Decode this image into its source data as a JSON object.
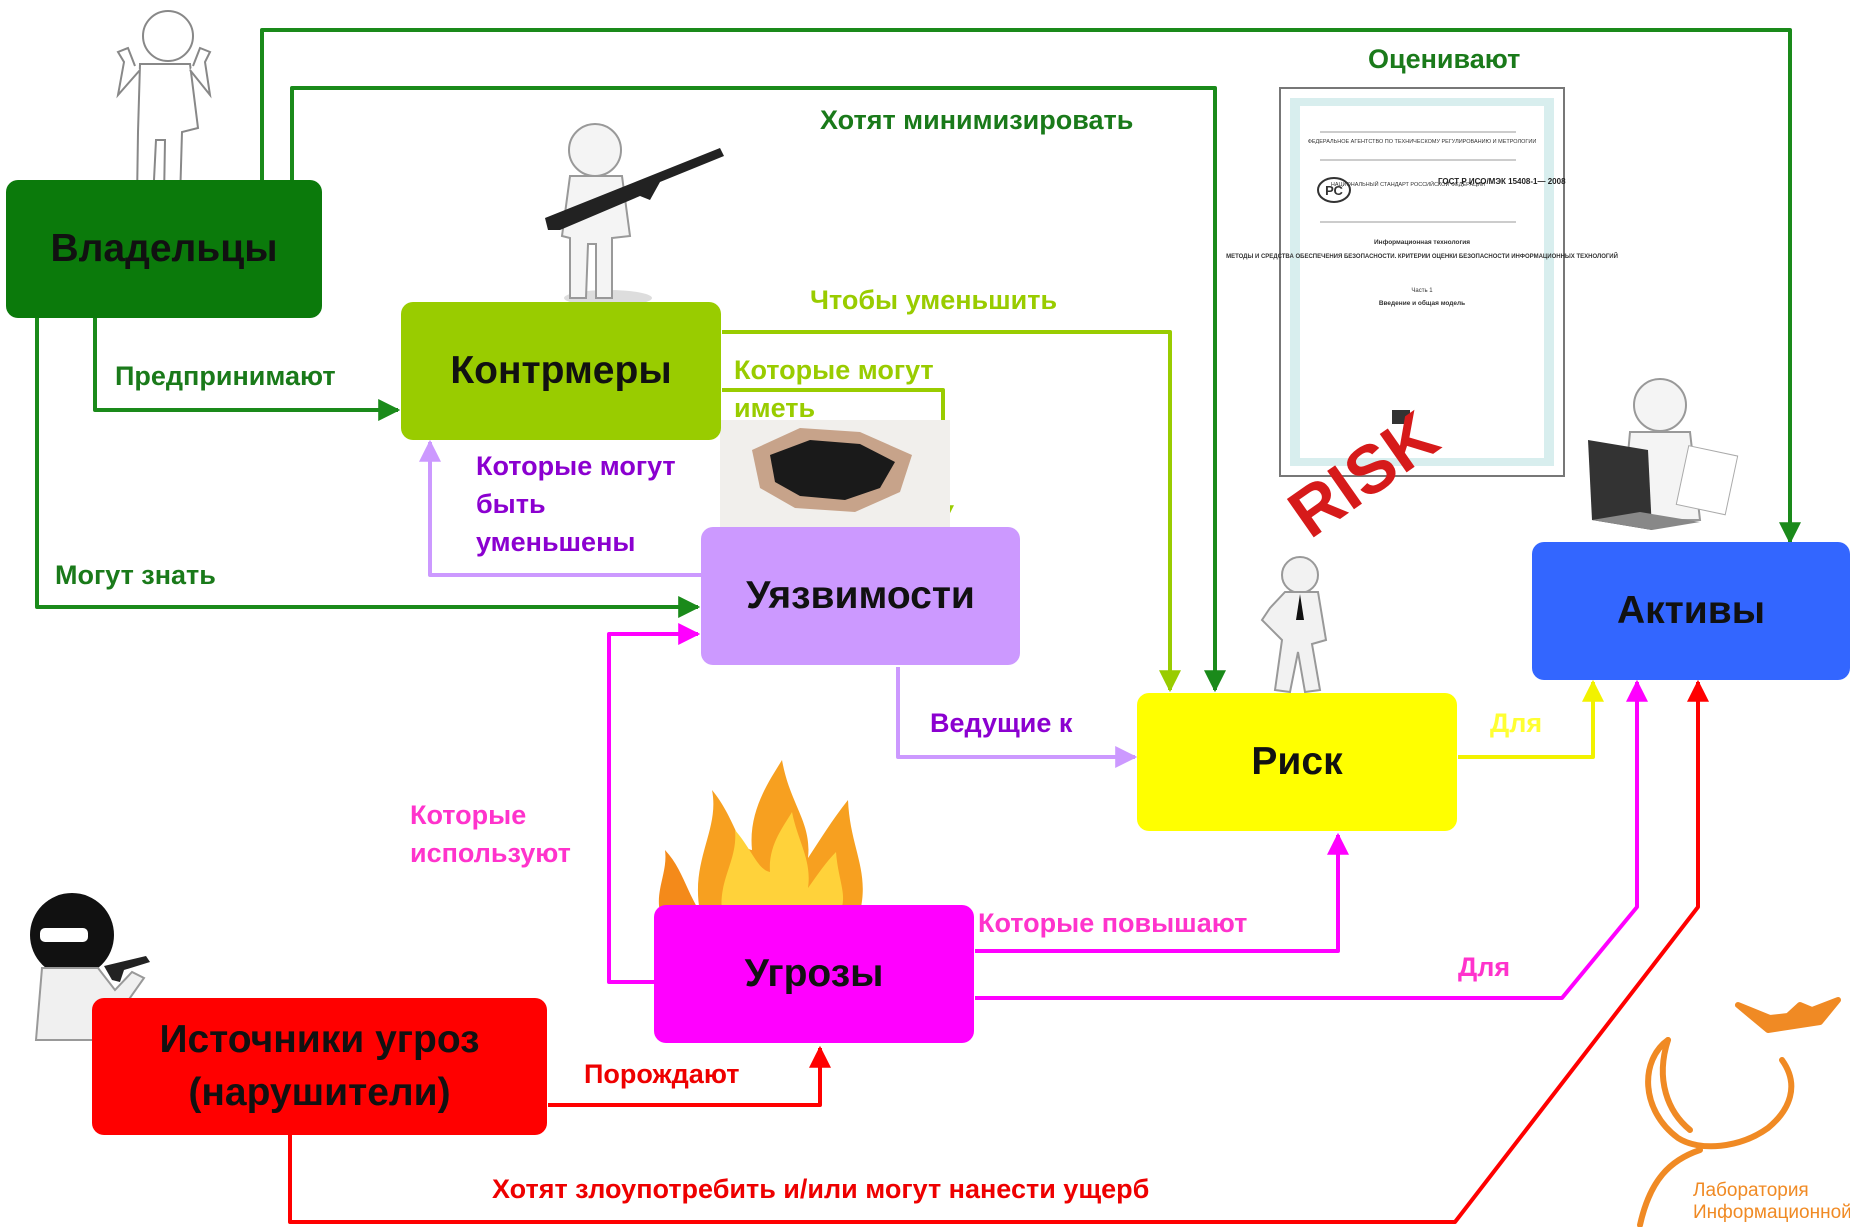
{
  "nodes": {
    "owners": "Владельцы",
    "countermeasures": "Контрмеры",
    "vulnerabilities": "Уязвимости",
    "risk": "Риск",
    "assets": "Активы",
    "threats": "Угрозы",
    "threat_sources": "Источники угроз (нарушители)"
  },
  "edges": {
    "assess": "Оценивают",
    "want_minimize": "Хотят минимизировать",
    "to_reduce": "Чтобы уменьшить",
    "take": "Предпринимают",
    "which_may_have": "Которые могут иметь",
    "which_may_be_reduced": "Которые могут быть уменьшены",
    "may_know": "Могут знать",
    "leading_to": "Ведущие к",
    "for_risk": "Для",
    "which_use": "Которые используют",
    "which_increase": "Которые повышают",
    "for_threats": "Для",
    "give_rise": "Порождают",
    "want_abuse": "Хотят злоупотребить и/или могут нанести ущерб"
  },
  "document": {
    "agency": "ФЕДЕРАЛЬНОЕ АГЕНТСТВО ПО ТЕХНИЧЕСКОМУ РЕГУЛИРОВАНИЮ И МЕТРОЛОГИИ",
    "standard_kind": "НАЦИОНАЛЬНЫЙ СТАНДАРТ РОССИЙСКОЙ ФЕДЕРАЦИИ",
    "code": "ГОСТ Р ИСО/МЭК 15408-1— 2008",
    "topic": "Информационная технология",
    "title": "МЕТОДЫ И СРЕДСТВА ОБЕСПЕЧЕНИЯ БЕЗОПАСНОСТИ. КРИТЕРИИ ОЦЕНКИ БЕЗОПАСНОСТИ ИНФОРМАЦИОННЫХ ТЕХНОЛОГИЙ",
    "part": "Часть 1",
    "subtitle": "Введение и общая модель"
  },
  "risk_word": "RISK",
  "logo": {
    "line1": "Лаборатория",
    "line2": "Информационной"
  },
  "colors": {
    "owners": "#0b7a0b",
    "countermeasures": "#99cc00",
    "vulnerabilities": "#cc99ff",
    "risk": "#ffff00",
    "assets": "#3366ff",
    "threats": "#ff00ff",
    "threat_sources": "#ff0000",
    "edge_green": "#1a8a1a",
    "edge_lime": "#99cc00",
    "edge_violet": "#cc99ff",
    "edge_yellow": "#ffff00",
    "edge_magenta": "#ff00ff",
    "edge_red": "#ff0000",
    "text_green": "#1a7a1a",
    "text_lime": "#99cc00",
    "text_purple": "#8b00d0",
    "text_magenta": "#ff33cc",
    "text_red": "#ee0000",
    "text_yellow": "#ffff33",
    "logo_orange": "#f08a24"
  }
}
